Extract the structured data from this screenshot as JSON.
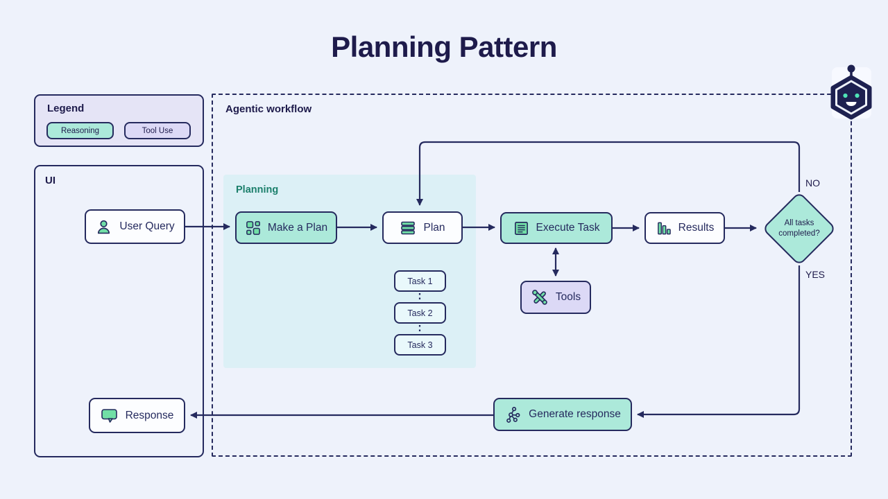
{
  "title": "Planning Pattern",
  "legend": {
    "title": "Legend",
    "items": [
      {
        "label": "Reasoning",
        "color": "#ace9da"
      },
      {
        "label": "Tool Use",
        "color": "#dcd9f6"
      }
    ]
  },
  "ui_panel": {
    "title": "UI",
    "user_query_label": "User Query",
    "response_label": "Response"
  },
  "workflow": {
    "title": "Agentic workflow",
    "planning": {
      "title": "Planning",
      "make_a_plan_label": "Make a Plan",
      "plan_label": "Plan",
      "tasks": [
        "Task 1",
        "Task 2",
        "Task 3"
      ]
    },
    "execute_task_label": "Execute Task",
    "tools_label": "Tools",
    "results_label": "Results",
    "decision": {
      "line1": "All tasks",
      "line2": "completed?",
      "no_label": "NO",
      "yes_label": "YES"
    },
    "generate_response_label": "Generate response"
  },
  "colors": {
    "background": "#eef2fb",
    "navy": "#252a5e",
    "title_navy": "#1e1b4b",
    "reasoning_teal": "#ace9da",
    "tool_use_lavender": "#dcd9f6",
    "planning_section_bg": "#dcf0f6",
    "planning_label_green": "#1b7f6b",
    "task_box_bg": "#e9f8fb",
    "icon_green": "#71dfa6",
    "robot_eye_green": "#4fe3b6"
  }
}
